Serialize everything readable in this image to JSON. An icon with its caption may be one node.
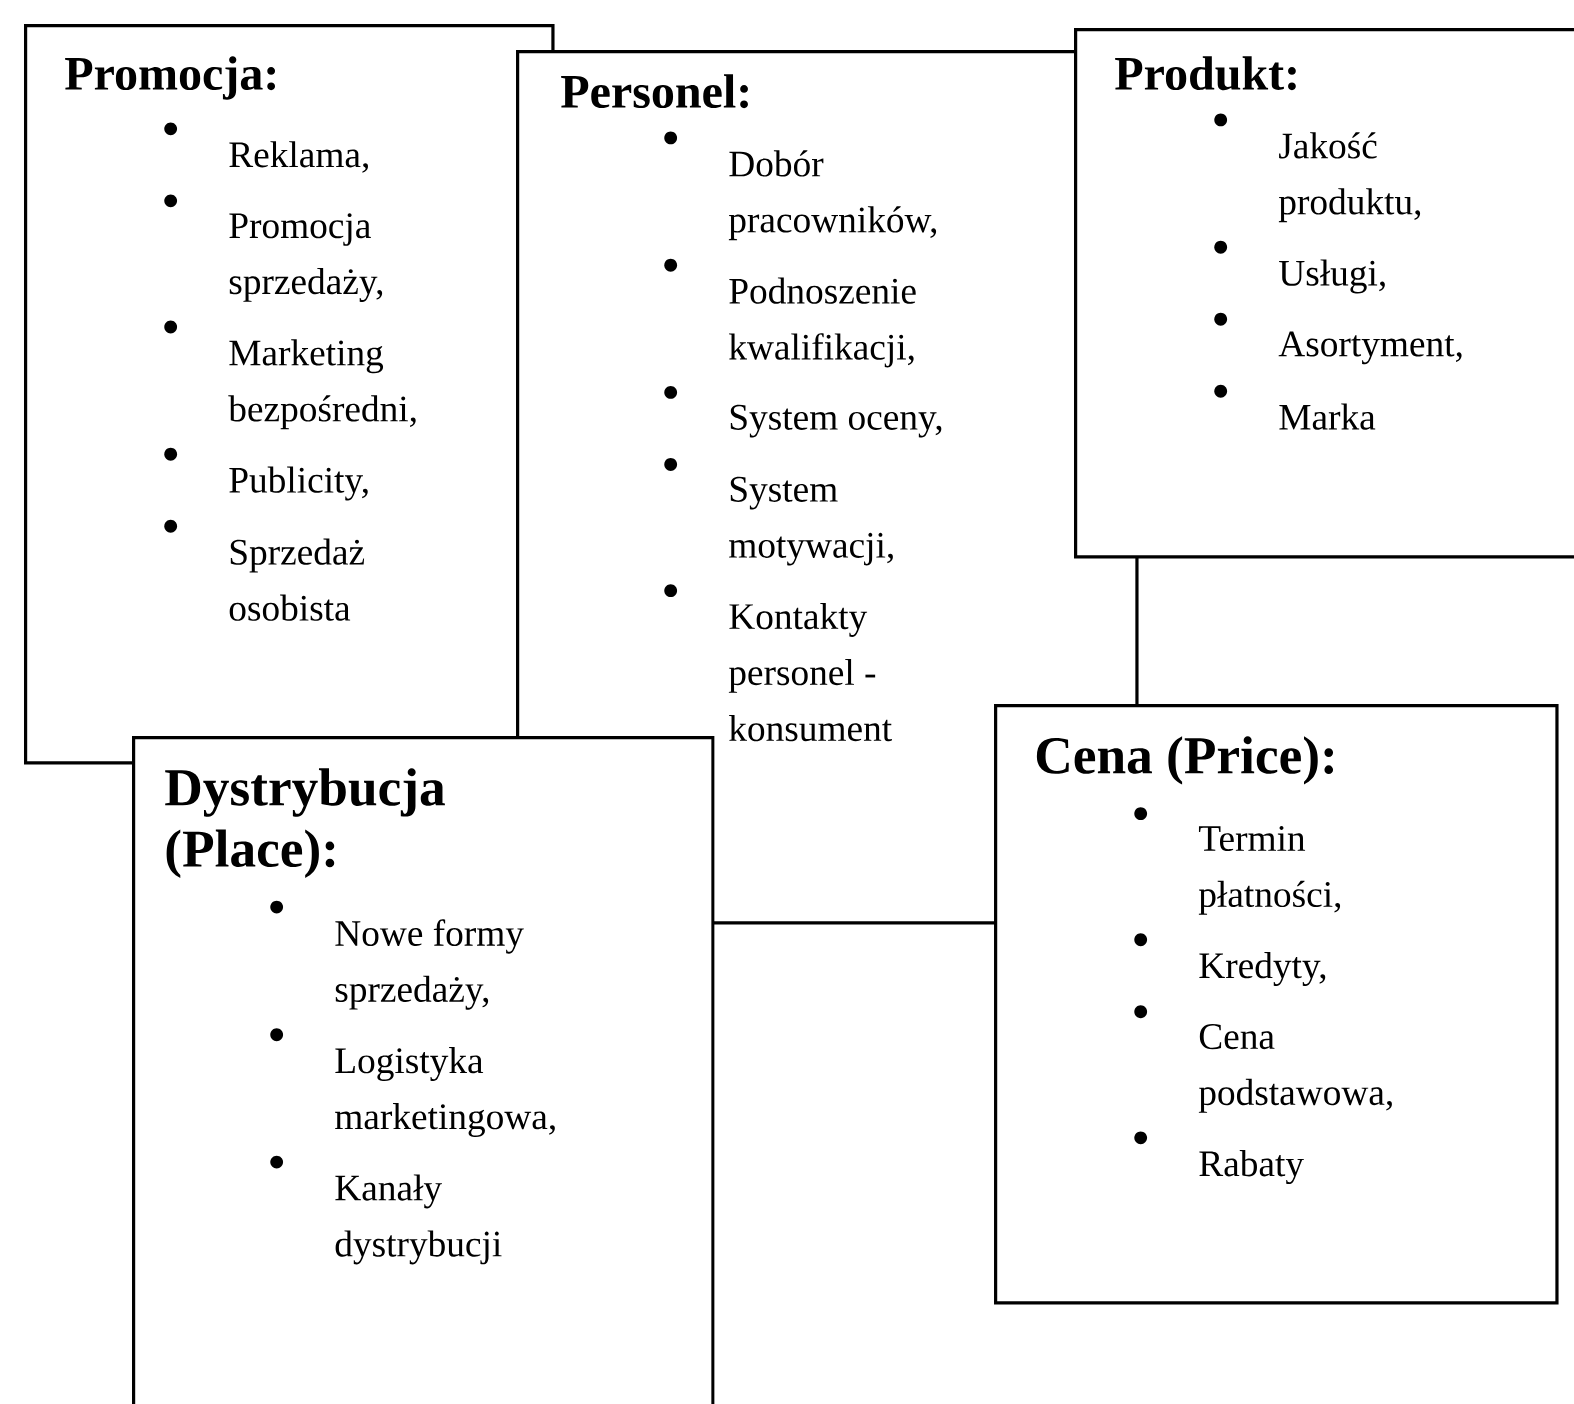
{
  "diagram": {
    "nodes": [
      {
        "text": [
          "Promocja:",
          "Reklama,",
          "Promocja sprzedaży,",
          "Marketing bezpośredni,",
          "Publicity,",
          "Sprzedaż osobista"
        ]
      },
      {
        "text": [
          "Personel:",
          "Dobór pracowników,",
          "Podnoszenie kwalifikacji,",
          "System oceny,",
          "System motywacji,",
          "Kontakty personel - konsument"
        ]
      },
      {
        "text": [
          "Produkt:",
          "Jakość produktu,",
          "Usługi,",
          "Asortyment,",
          "Marka"
        ]
      },
      {
        "text": [
          "Dystrybucja (Place):",
          "Nowe formy sprzedaży,",
          "Logistyka marketingowa,",
          "Kanały dystrybucji"
        ]
      },
      {
        "text": [
          "Cena (Price):",
          "Termin płatności,",
          "Kredyty,",
          "Cena podstawowa,",
          "Rabaty"
        ]
      }
    ]
  }
}
